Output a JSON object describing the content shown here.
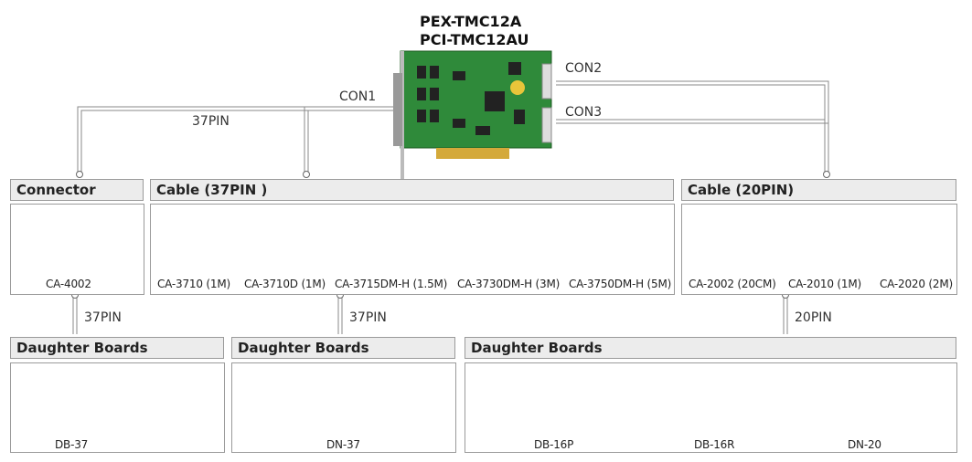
{
  "card": {
    "model_a": "PEX-TMC12A",
    "model_b": "PCI-TMC12AU"
  },
  "connectors": {
    "con1": "CON1",
    "con2": "CON2",
    "con3": "CON3"
  },
  "pins": {
    "top_37pin": "37PIN",
    "left_37pin": "37PIN",
    "mid_37pin": "37PIN",
    "right_20pin": "20PIN"
  },
  "groups": {
    "connector": {
      "title": "Connector",
      "items": [
        "CA-4002"
      ]
    },
    "cable37": {
      "title": "Cable (37PIN )",
      "items": [
        "CA-3710 (1M)",
        "CA-3710D (1M)",
        "CA-3715DM-H (1.5M)",
        "CA-3730DM-H (3M)",
        "CA-3750DM-H (5M)"
      ]
    },
    "cable20": {
      "title": "Cable (20PIN)",
      "items": [
        "CA-2002 (20CM)",
        "CA-2010 (1M)",
        "CA-2020 (2M)"
      ]
    },
    "db_left": {
      "title": "Daughter Boards",
      "items": [
        "DB-37"
      ]
    },
    "db_mid": {
      "title": "Daughter Boards",
      "items": [
        "DN-37"
      ]
    },
    "db_right": {
      "title": "Daughter Boards",
      "items": [
        "DB-16P",
        "DB-16R",
        "DN-20"
      ]
    }
  },
  "colors": {
    "pcb_green": "#2f8a3a",
    "header_bg": "#ececec",
    "border": "#9a9a9a"
  }
}
